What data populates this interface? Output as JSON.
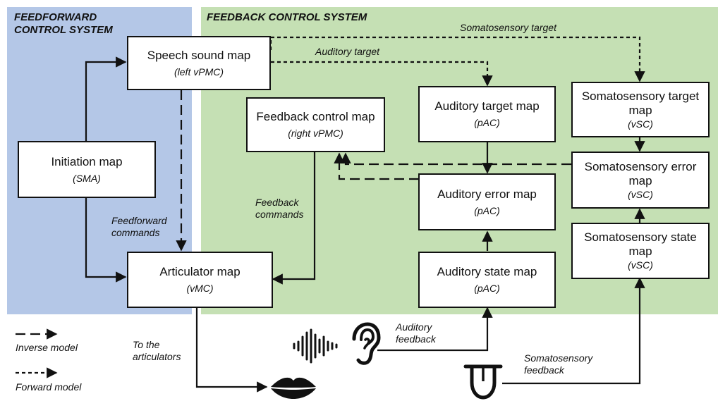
{
  "regions": {
    "feedforward": {
      "line1": "FEEDFORWARD",
      "line2": "CONTROL SYSTEM",
      "color": "#b4c7e7"
    },
    "feedback": {
      "label": "FEEDBACK CONTROL SYSTEM",
      "color": "#c5e0b4"
    }
  },
  "boxes": {
    "speech_sound_map": {
      "title": "Speech sound map",
      "sub": "(left vPMC)"
    },
    "initiation_map": {
      "title": "Initiation map",
      "sub": "(SMA)"
    },
    "articulator_map": {
      "title": "Articulator map",
      "sub": "(vMC)"
    },
    "feedback_control_map": {
      "title": "Feedback control map",
      "sub": "(right vPMC)"
    },
    "auditory_target_map": {
      "title": "Auditory target map",
      "sub": "(pAC)"
    },
    "auditory_error_map": {
      "title": "Auditory error map",
      "sub": "(pAC)"
    },
    "auditory_state_map": {
      "title": "Auditory state map",
      "sub": "(pAC)"
    },
    "somatosensory_target_map": {
      "line1": "Somatosensory target",
      "line2": "map",
      "sub": "(vSC)"
    },
    "somatosensory_error_map": {
      "line1": "Somatosensory error",
      "line2": "map",
      "sub": "(vSC)"
    },
    "somatosensory_state_map": {
      "line1": "Somatosensory state",
      "line2": "map",
      "sub": "(vSC)"
    }
  },
  "labels": {
    "somatosensory_target": "Somatosensory target",
    "auditory_target": "Auditory target",
    "feedforward_commands": [
      "Feedforward",
      "commands"
    ],
    "feedback_commands": [
      "Feedback",
      "commands"
    ],
    "to_articulators": [
      "To the",
      "articulators"
    ],
    "auditory_feedback": [
      "Auditory",
      "feedback"
    ],
    "somatosensory_feedback": [
      "Somatosensory",
      "feedback"
    ]
  },
  "legend": {
    "inverse_model": "Inverse model",
    "forward_model": "Forward model"
  },
  "icons": [
    "sound-wave-icon",
    "ear-icon",
    "lips-icon",
    "tongue-icon"
  ]
}
